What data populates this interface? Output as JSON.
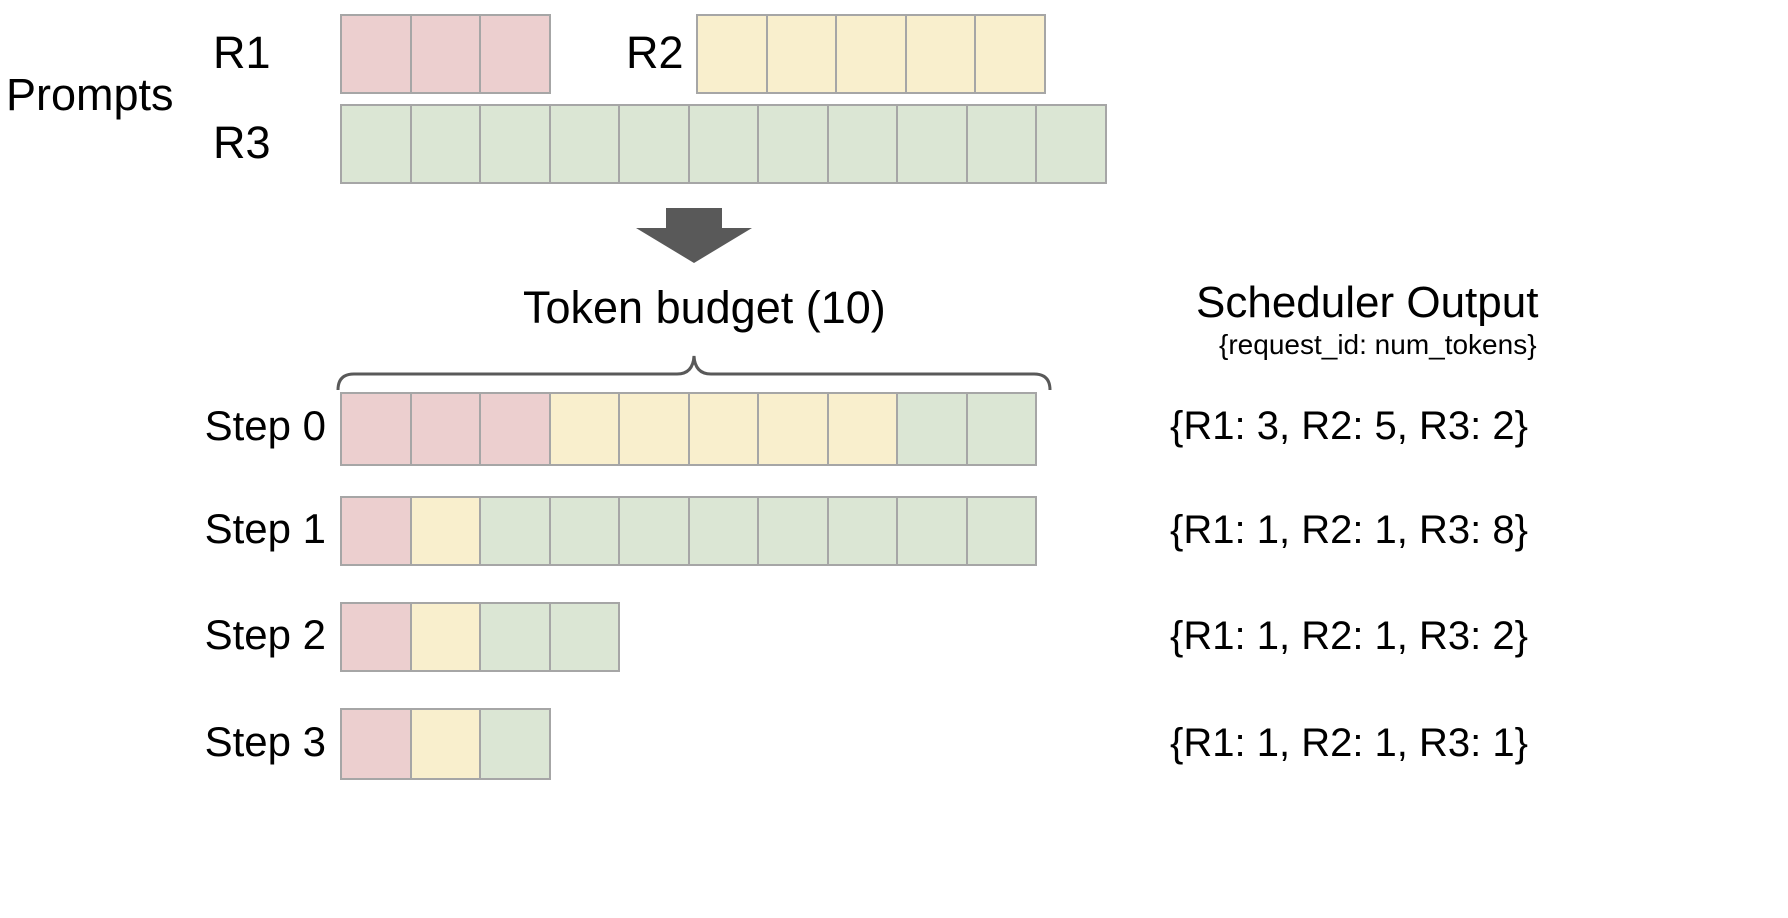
{
  "diagram": {
    "title_prompts": "Prompts",
    "token_budget_label": "Token  budget (10)",
    "scheduler_output_title": "Scheduler Output",
    "scheduler_output_subtitle": "{request_id: num_tokens}",
    "colors": {
      "r1": "#eccfcf",
      "r2": "#f9efcd",
      "r3": "#dbe6d4",
      "cell_border": "#a6a6a6",
      "arrow": "#595959",
      "brace": "#595959",
      "text": "#000000",
      "background": "#ffffff"
    },
    "prompts": [
      {
        "id": "R1",
        "label": "R1",
        "num_tokens": 3,
        "color_key": "r1"
      },
      {
        "id": "R2",
        "label": "R2",
        "num_tokens": 5,
        "color_key": "r2"
      },
      {
        "id": "R3",
        "label": "R3",
        "num_tokens": 11,
        "color_key": "r3"
      }
    ],
    "token_budget": 10,
    "steps": [
      {
        "label": "Step 0",
        "output": "{R1: 3, R2: 5, R3: 2}",
        "segments": [
          {
            "request": "R1",
            "count": 3,
            "color_key": "r1"
          },
          {
            "request": "R2",
            "count": 5,
            "color_key": "r2"
          },
          {
            "request": "R3",
            "count": 2,
            "color_key": "r3"
          }
        ]
      },
      {
        "label": "Step 1",
        "output": "{R1: 1, R2: 1, R3: 8}",
        "segments": [
          {
            "request": "R1",
            "count": 1,
            "color_key": "r1"
          },
          {
            "request": "R2",
            "count": 1,
            "color_key": "r2"
          },
          {
            "request": "R3",
            "count": 8,
            "color_key": "r3"
          }
        ]
      },
      {
        "label": "Step 2",
        "output": "{R1: 1, R2: 1, R3: 2}",
        "segments": [
          {
            "request": "R1",
            "count": 1,
            "color_key": "r1"
          },
          {
            "request": "R2",
            "count": 1,
            "color_key": "r2"
          },
          {
            "request": "R3",
            "count": 2,
            "color_key": "r3"
          }
        ]
      },
      {
        "label": "Step 3",
        "output": "{R1: 1, R2: 1, R3: 1}",
        "segments": [
          {
            "request": "R1",
            "count": 1,
            "color_key": "r1"
          },
          {
            "request": "R2",
            "count": 1,
            "color_key": "r2"
          },
          {
            "request": "R3",
            "count": 1,
            "color_key": "r3"
          }
        ]
      }
    ],
    "icons": {
      "flow_arrow": "down-arrow-icon",
      "budget_brace": "curly-brace-icon"
    }
  }
}
